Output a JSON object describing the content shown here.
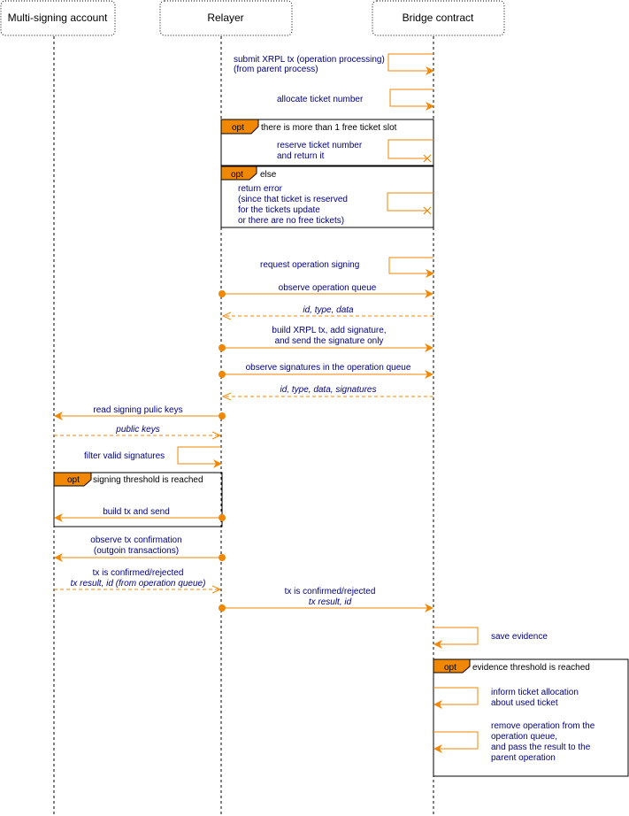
{
  "colors": {
    "arrow": "#f08705",
    "text": "#000080",
    "frame_tag": "#f08705"
  },
  "participants": {
    "multisig": "Multi-signing account",
    "relayer": "Relayer",
    "bridge": "Bridge contract"
  },
  "messages": {
    "m1": [
      "submit XRPL tx (operation processing)",
      "(from parent process)"
    ],
    "m2": [
      "allocate ticket number"
    ],
    "m3": [
      "reserve ticket number",
      "and return it"
    ],
    "m4": [
      "return error",
      "(since that ticket is reserved",
      "for the tickets update",
      "or there are no free tickets)"
    ],
    "m5": [
      "request operation signing"
    ],
    "m6": [
      "observe operation queue"
    ],
    "m7": [
      "id, type, data"
    ],
    "m8": [
      "build XRPL tx, add signature,",
      "and send the signature only"
    ],
    "m9": [
      "observe signatures in the operation queue"
    ],
    "m10": [
      "id, type, data, signatures"
    ],
    "m11": [
      "read signing pulic keys"
    ],
    "m12": [
      "public keys"
    ],
    "m13": [
      "filter valid signatures"
    ],
    "m14": [
      "build tx and send"
    ],
    "m15": [
      "observe tx confirmation",
      "(outgoin transactions)"
    ],
    "m16a": [
      "tx is confirmed/rejected"
    ],
    "m16b": [
      "tx result, id (from operation queue)"
    ],
    "m17a": [
      "tx is confirmed/rejected"
    ],
    "m17b": [
      "tx result, id"
    ],
    "m18": [
      "save evidence"
    ],
    "m19": [
      "inform ticket allocation",
      "about used ticket"
    ],
    "m20": [
      "remove operation from the",
      "operation queue,",
      "and pass the result to the",
      "parent operation"
    ]
  },
  "frames": {
    "f1": {
      "tag": "opt",
      "condition": "there is more than 1 free ticket slot"
    },
    "f2": {
      "tag": "opt",
      "condition": "else"
    },
    "f3": {
      "tag": "opt",
      "condition": "signing threshold is reached"
    },
    "f4": {
      "tag": "opt",
      "condition": "evidence threshold is reached"
    }
  }
}
